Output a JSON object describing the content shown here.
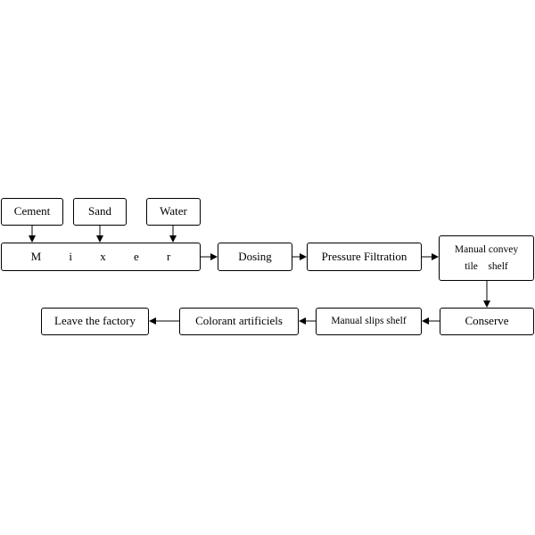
{
  "diagram": {
    "inputs": {
      "cement": "Cement",
      "sand": "Sand",
      "water": "Water"
    },
    "mixer": "M i x e r",
    "dosing": "Dosing",
    "pressure_filtration": "Pressure Filtration",
    "manual_convey": {
      "line1": "Manual convey",
      "line2": "tile    shelf"
    },
    "conserve": "Conserve",
    "manual_slips_shelf": "Manual slips shelf",
    "colorant": "Colorant artificiels",
    "leave": "Leave the factory"
  }
}
